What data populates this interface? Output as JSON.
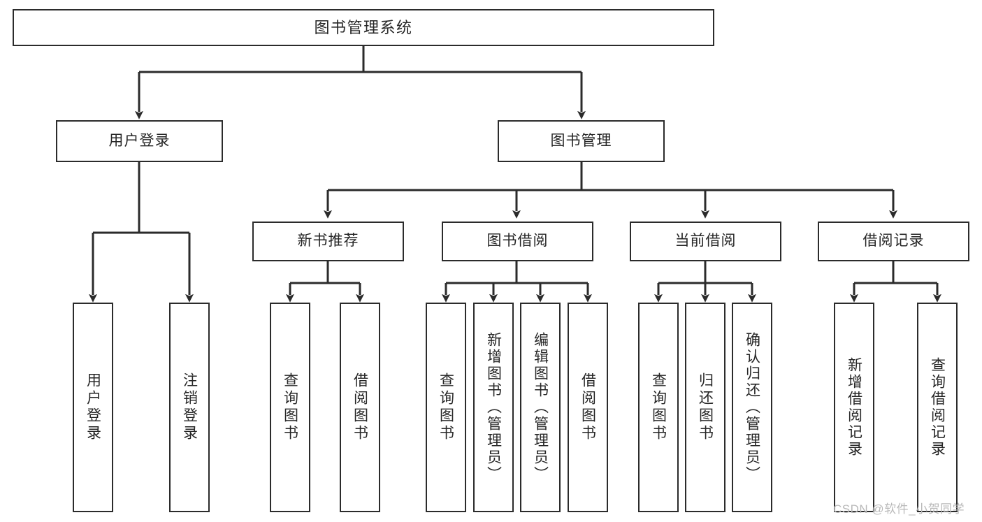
{
  "diagram": {
    "type": "tree",
    "title": "图书管理系统",
    "orientation": "top-down",
    "colors": {
      "stroke": "#2b2b2b",
      "fill": "#ffffff",
      "text": "#262626",
      "watermark": "#b9b9b9"
    },
    "nodes": {
      "root": {
        "label": "图书管理系统"
      },
      "level2": [
        {
          "id": "user-login",
          "label": "用户登录"
        },
        {
          "id": "book-manage",
          "label": "图书管理"
        }
      ],
      "level3": [
        {
          "id": "new-book-recommend",
          "label": "新书推荐"
        },
        {
          "id": "book-borrow",
          "label": "图书借阅"
        },
        {
          "id": "current-borrow",
          "label": "当前借阅"
        },
        {
          "id": "borrow-record",
          "label": "借阅记录"
        }
      ],
      "leaves": [
        {
          "id": "leaf-user-login",
          "label": "用户登录",
          "parent": "user-login"
        },
        {
          "id": "leaf-logout-login",
          "label": "注销登录",
          "parent": "user-login"
        },
        {
          "id": "leaf-query-book-1",
          "label": "查询图书",
          "parent": "new-book-recommend"
        },
        {
          "id": "leaf-borrow-book-1",
          "label": "借阅图书",
          "parent": "new-book-recommend"
        },
        {
          "id": "leaf-query-book-2",
          "label": "查询图书",
          "parent": "book-borrow"
        },
        {
          "id": "leaf-add-book",
          "label": "新增图书（管理员）",
          "parent": "book-borrow"
        },
        {
          "id": "leaf-edit-book",
          "label": "编辑图书（管理员）",
          "parent": "book-borrow"
        },
        {
          "id": "leaf-borrow-book-2",
          "label": "借阅图书",
          "parent": "book-borrow"
        },
        {
          "id": "leaf-query-book-3",
          "label": "查询图书",
          "parent": "current-borrow"
        },
        {
          "id": "leaf-return-book",
          "label": "归还图书",
          "parent": "current-borrow"
        },
        {
          "id": "leaf-confirm-return",
          "label": "确认归还（管理员）",
          "parent": "current-borrow"
        },
        {
          "id": "leaf-add-record",
          "label": "新增借阅记录",
          "parent": "borrow-record"
        },
        {
          "id": "leaf-query-record",
          "label": "查询借阅记录",
          "parent": "borrow-record"
        }
      ]
    }
  },
  "watermark": {
    "text": "CSDN @软件_小贺同学"
  }
}
